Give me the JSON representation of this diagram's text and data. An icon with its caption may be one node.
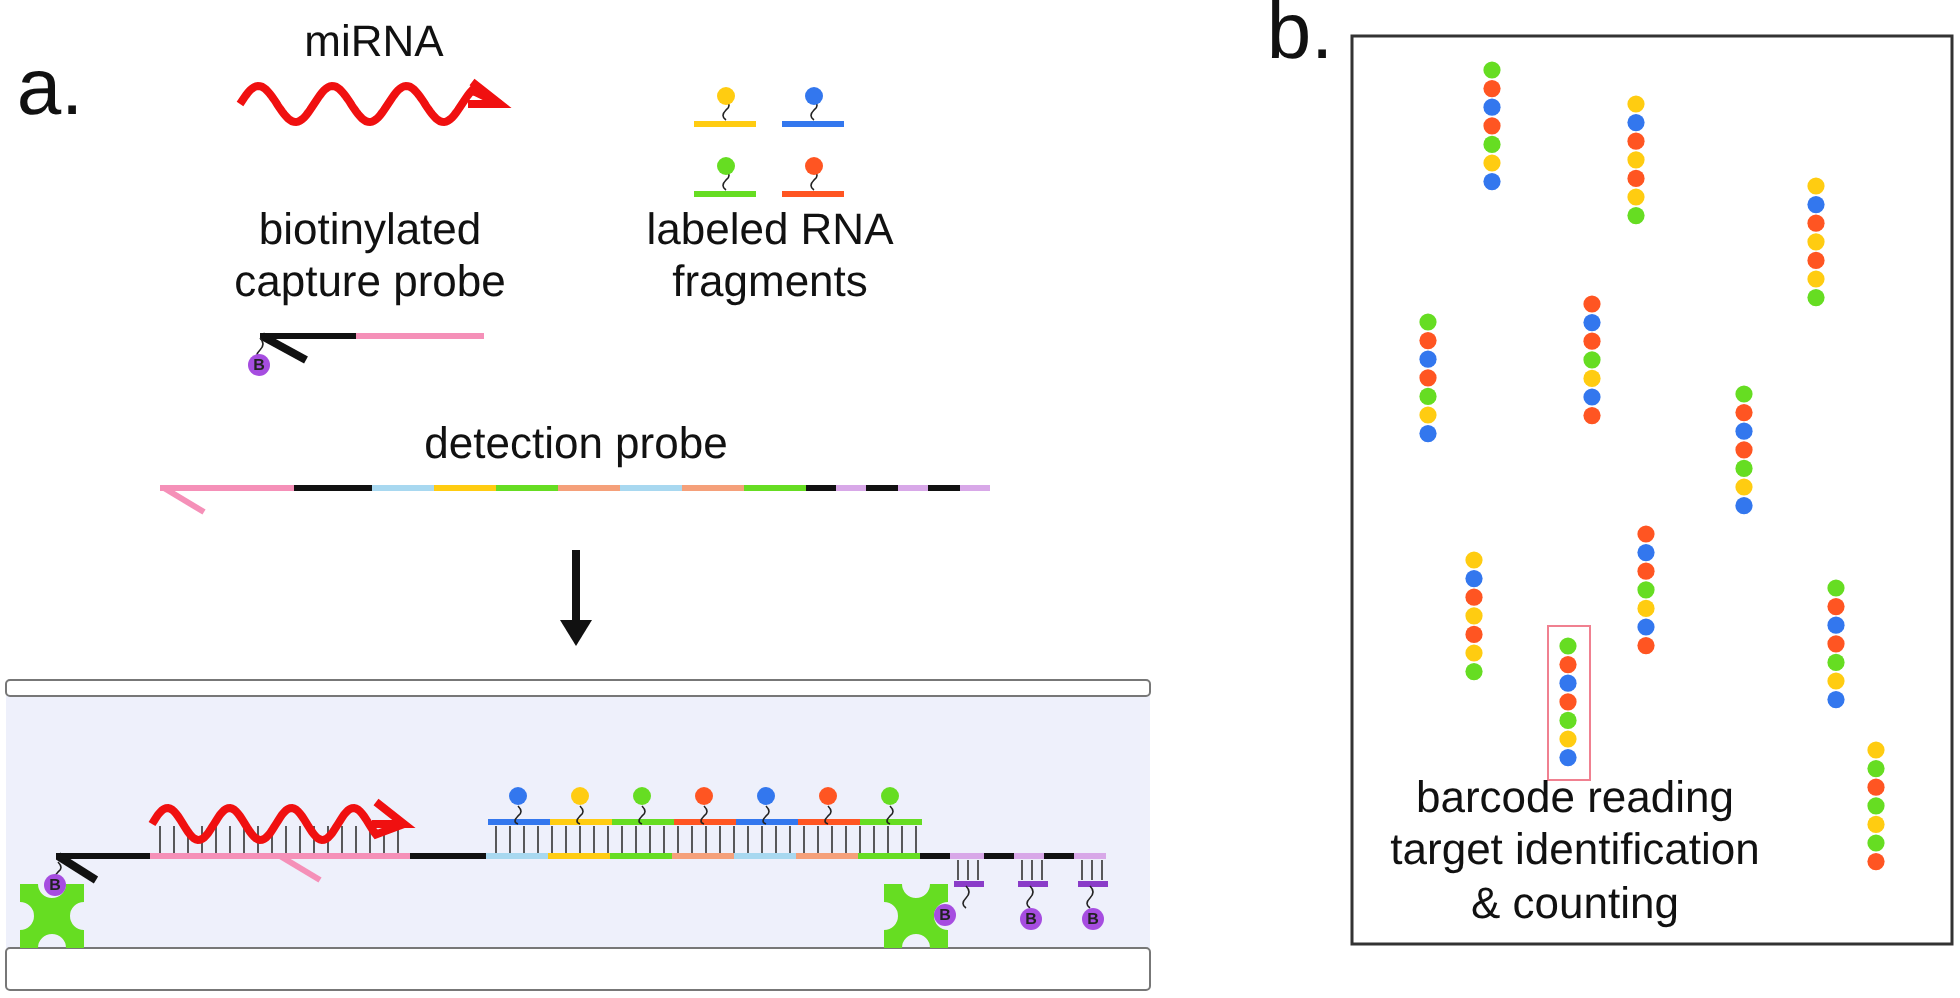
{
  "diagram": {
    "labels": [
      "a.",
      "miRNA",
      "b.",
      "biotinylated capture probe",
      "labeled RNA fragments",
      "B",
      "detection probe",
      "B",
      "B",
      "B",
      "B",
      "barcode reading target identification & counting"
    ]
  }
}
